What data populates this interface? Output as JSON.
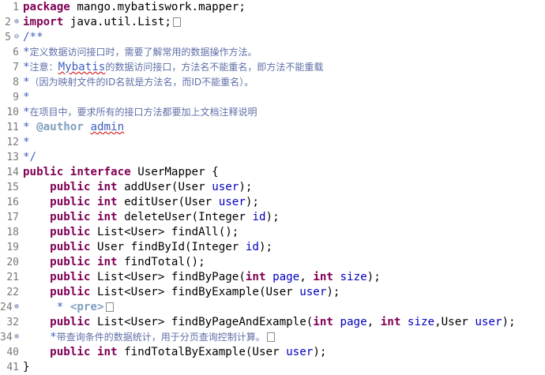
{
  "lines": [
    {
      "num": "1",
      "fold": "",
      "segs": [
        [
          "k",
          "package"
        ],
        [
          "",
          "mango.mybatiswork.mapper;"
        ]
      ]
    },
    {
      "num": "2",
      "fold": "⊕",
      "segs": [
        [
          "k",
          "import"
        ],
        [
          "",
          "java.util.List;"
        ],
        [
          "box",
          ""
        ]
      ]
    },
    {
      "num": "5",
      "fold": "⊖",
      "segs": [
        [
          "c",
          "/**"
        ]
      ]
    },
    {
      "num": "6",
      "fold": "",
      "segs": [
        [
          "c",
          "*"
        ],
        [
          "ci",
          "定义数据访问接口时，需要了解常用的数据操作方法。"
        ]
      ]
    },
    {
      "num": "7",
      "fold": "",
      "segs": [
        [
          "c",
          "*"
        ],
        [
          "ci",
          "注意："
        ],
        [
          "csq",
          "Mybatis"
        ],
        [
          "ci",
          "的数据访问接口，方法名不能重名，即方法不能重载"
        ]
      ]
    },
    {
      "num": "8",
      "fold": "",
      "segs": [
        [
          "c",
          "*"
        ],
        [
          "ci",
          "（因为映射文件的ID名就是方法名，而ID不能重名）。"
        ]
      ]
    },
    {
      "num": "9",
      "fold": "",
      "segs": [
        [
          "c",
          "*"
        ]
      ]
    },
    {
      "num": "10",
      "fold": "",
      "segs": [
        [
          "c",
          "*"
        ],
        [
          "ci",
          "在项目中，要求所有的接口方法都要加上文档注释说明"
        ]
      ]
    },
    {
      "num": "11",
      "fold": "",
      "segs": [
        [
          "c",
          "* "
        ],
        [
          "tag",
          "@author"
        ],
        [
          "c",
          " "
        ],
        [
          "csq",
          "admin"
        ]
      ]
    },
    {
      "num": "12",
      "fold": "",
      "segs": [
        [
          "c",
          "*"
        ]
      ]
    },
    {
      "num": "13",
      "fold": "",
      "segs": [
        [
          "c",
          "*/"
        ]
      ]
    },
    {
      "num": "14",
      "fold": "",
      "segs": [
        [
          "k",
          "public interface"
        ],
        [
          "",
          " UserMapper {"
        ]
      ]
    },
    {
      "num": "15",
      "fold": "",
      "segs": [
        [
          "",
          "    "
        ],
        [
          "k",
          "public int"
        ],
        [
          "",
          " addUser(User "
        ],
        [
          "f",
          "user"
        ],
        [
          "",
          ");"
        ]
      ]
    },
    {
      "num": "16",
      "fold": "",
      "segs": [
        [
          "",
          "    "
        ],
        [
          "k",
          "public int"
        ],
        [
          "",
          " editUser(User "
        ],
        [
          "f",
          "user"
        ],
        [
          "",
          ");"
        ]
      ]
    },
    {
      "num": "17",
      "fold": "",
      "segs": [
        [
          "",
          "    "
        ],
        [
          "k",
          "public int"
        ],
        [
          "",
          " deleteUser(Integer "
        ],
        [
          "f",
          "id"
        ],
        [
          "",
          ");"
        ]
      ]
    },
    {
      "num": "18",
      "fold": "",
      "segs": [
        [
          "",
          "    "
        ],
        [
          "k",
          "public"
        ],
        [
          "",
          " List<User> findAll();"
        ]
      ]
    },
    {
      "num": "19",
      "fold": "",
      "segs": [
        [
          "",
          "    "
        ],
        [
          "k",
          "public"
        ],
        [
          "",
          " User findById(Integer "
        ],
        [
          "f",
          "id"
        ],
        [
          "",
          ");"
        ]
      ]
    },
    {
      "num": "20",
      "fold": "",
      "segs": [
        [
          "",
          "    "
        ],
        [
          "k",
          "public int"
        ],
        [
          "",
          " findTotal();"
        ]
      ]
    },
    {
      "num": "21",
      "fold": "",
      "segs": [
        [
          "",
          "    "
        ],
        [
          "k",
          "public"
        ],
        [
          "",
          " List<User> findByPage("
        ],
        [
          "k",
          "int"
        ],
        [
          "",
          " "
        ],
        [
          "f",
          "page"
        ],
        [
          "",
          ", "
        ],
        [
          "k",
          "int"
        ],
        [
          "",
          " "
        ],
        [
          "f",
          "size"
        ],
        [
          "",
          ");"
        ]
      ]
    },
    {
      "num": "22",
      "fold": "",
      "segs": [
        [
          "",
          "    "
        ],
        [
          "k",
          "public"
        ],
        [
          "",
          " List<User> findByExample(User "
        ],
        [
          "f",
          "user"
        ],
        [
          "",
          ");"
        ]
      ]
    },
    {
      "num": "24",
      "fold": "⊕",
      "segs": [
        [
          "",
          "     "
        ],
        [
          "c",
          "* "
        ],
        [
          "tag",
          "<pre>"
        ],
        [
          "box",
          ""
        ]
      ]
    },
    {
      "num": "32",
      "fold": "",
      "segs": [
        [
          "",
          "    "
        ],
        [
          "k",
          "public"
        ],
        [
          "",
          " List<User> findByPageAndExample("
        ],
        [
          "k",
          "int"
        ],
        [
          "",
          " "
        ],
        [
          "f",
          "page"
        ],
        [
          "",
          ", "
        ],
        [
          "k",
          "int"
        ],
        [
          "",
          " "
        ],
        [
          "f",
          "size"
        ],
        [
          "",
          ",User "
        ],
        [
          "f",
          "user"
        ],
        [
          "",
          ");"
        ]
      ]
    },
    {
      "num": "34",
      "fold": "⊕",
      "segs": [
        [
          "",
          "    "
        ],
        [
          "c",
          "*"
        ],
        [
          "ci",
          "带查询条件的数据统计，用于分页查询控制计算。"
        ],
        [
          "box",
          ""
        ]
      ]
    },
    {
      "num": "40",
      "fold": "",
      "segs": [
        [
          "",
          "    "
        ],
        [
          "k",
          "public int"
        ],
        [
          "",
          " findTotalByExample(User "
        ],
        [
          "f",
          "user"
        ],
        [
          "",
          ");"
        ]
      ]
    },
    {
      "num": "41",
      "fold": "",
      "segs": [
        [
          "",
          "}"
        ]
      ]
    }
  ]
}
